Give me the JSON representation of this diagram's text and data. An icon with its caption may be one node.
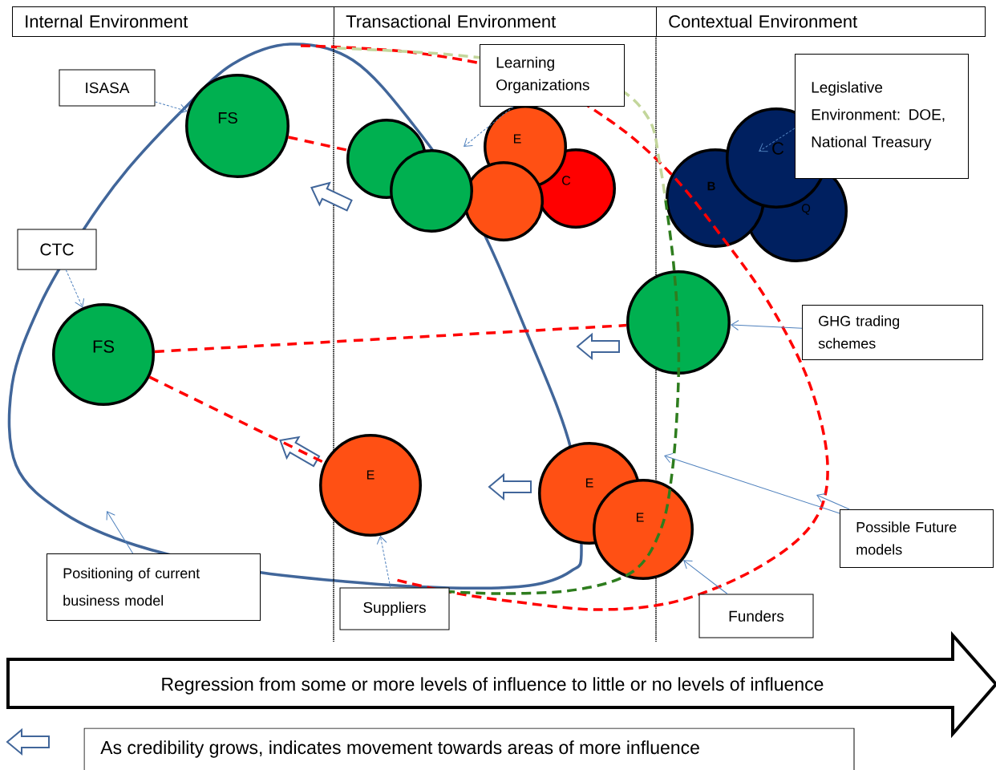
{
  "diagram": {
    "nodes": [
      {
        "text": [
          "Internal Environment"
        ]
      },
      {
        "text": [
          "Transactional Environment"
        ]
      },
      {
        "text": [
          "Contextual Environment"
        ]
      },
      {
        "text": [
          "ISASA"
        ]
      },
      {
        "text": [
          "FS"
        ]
      },
      {
        "text": [
          "CTC"
        ]
      },
      {
        "text": [
          "FS"
        ]
      },
      {
        "text": [
          "Learning Organizations"
        ]
      },
      {
        "text": [],
        "shape": "circle"
      },
      {
        "text": [],
        "shape": "circle"
      },
      {
        "text": [
          "E"
        ]
      },
      {
        "text": [
          "C"
        ]
      },
      {
        "text": [],
        "shape": "circle"
      },
      {
        "text": [
          "Legislative Environment: DOE, National Treasury"
        ]
      },
      {
        "text": [
          "B"
        ]
      },
      {
        "text": [
          "Q"
        ]
      },
      {
        "text": [
          "C"
        ]
      },
      {
        "text": [
          "GHG trading schemes"
        ]
      },
      {
        "text": [],
        "shape": "circle"
      },
      {
        "text": [
          "E"
        ]
      },
      {
        "text": [
          "E"
        ]
      },
      {
        "text": [
          "E"
        ]
      },
      {
        "text": [
          "Positioning of current business model"
        ]
      },
      {
        "text": [
          "Suppliers"
        ]
      },
      {
        "text": [
          "Funders"
        ]
      },
      {
        "text": [
          "Possible Future models"
        ]
      },
      {
        "text": [
          "Regression from some or more levels of influence to little or no levels of influence"
        ]
      }
    ],
    "edges": [
      {
        "from": 4,
        "to": 8,
        "arrow": "none",
        "style": "dashed",
        "color": "#ff0000"
      },
      {
        "from": 6,
        "to": 18,
        "arrow": "none",
        "style": "dashed",
        "color": "#ff0000"
      },
      {
        "from": 6,
        "to": 19,
        "arrow": "none",
        "style": "dashed",
        "color": "#ff0000"
      },
      {
        "from": 3,
        "to": 4,
        "arrow": "to",
        "style": "dashed"
      },
      {
        "from": 5,
        "to": 6,
        "arrow": "to",
        "style": "dashed"
      },
      {
        "from": 7,
        "to": null,
        "arrow": "to",
        "style": "dashed"
      },
      {
        "from": 13,
        "to": 16,
        "arrow": "to",
        "style": "dashed"
      },
      {
        "from": 17,
        "to": 18,
        "arrow": "to"
      },
      {
        "from": 25,
        "to": null,
        "arrow": "to"
      },
      {
        "from": 25,
        "to": null,
        "arrow": "to"
      },
      {
        "from": 24,
        "to": 21,
        "arrow": "to"
      },
      {
        "from": 23,
        "to": 19,
        "arrow": "to",
        "style": "dashed"
      },
      {
        "from": 22,
        "to": null,
        "arrow": "to"
      }
    ],
    "legend": [
      {
        "text": "As credibility grows, indicates movement towards areas of more influence"
      }
    ]
  }
}
